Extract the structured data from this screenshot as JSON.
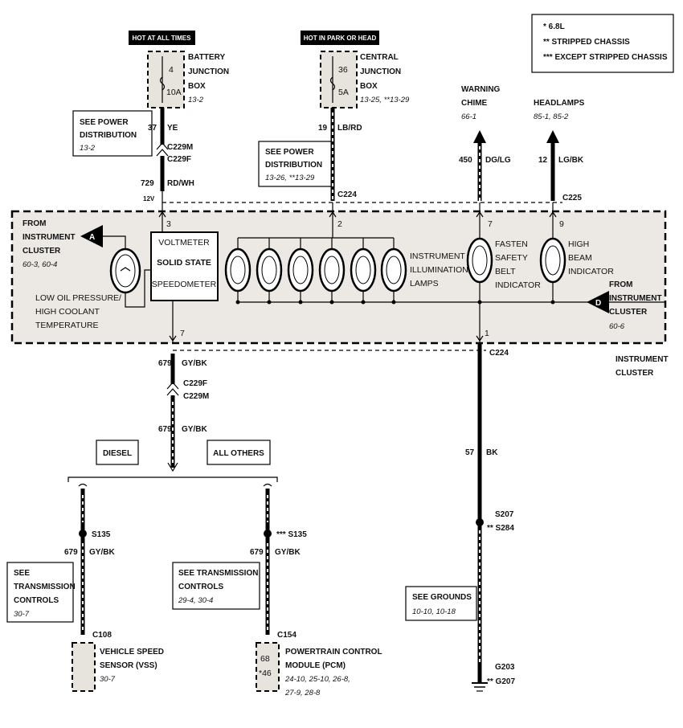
{
  "legend": [
    "* 6.8L",
    "** STRIPPED CHASSIS",
    "*** EXCEPT STRIPPED CHASSIS"
  ],
  "fuse1": {
    "tag": "HOT AT ALL TIMES",
    "top": "4",
    "bot": "10A",
    "name": [
      "BATTERY",
      "JUNCTION",
      "BOX"
    ],
    "ref": "13-2"
  },
  "fuse2": {
    "tag": "HOT IN PARK OR HEAD",
    "top": "36",
    "bot": "5A",
    "name": [
      "CENTRAL",
      "JUNCTION",
      "BOX"
    ],
    "ref": "13-25, **13-29"
  },
  "see_power_1": {
    "lines": [
      "SEE POWER",
      "DISTRIBUTION"
    ],
    "ref": "13-2"
  },
  "see_power_2": {
    "lines": [
      "SEE POWER",
      "DISTRIBUTION"
    ],
    "ref": "13-26, **13-29"
  },
  "wires": {
    "w37": {
      "num": "37",
      "color": "YE"
    },
    "w729": {
      "num": "729",
      "color": "RD/WH"
    },
    "w19": {
      "num": "19",
      "color": "LB/RD"
    },
    "w450": {
      "num": "450",
      "color": "DG/LG"
    },
    "w12": {
      "num": "12",
      "color": "LG/BK"
    },
    "w679a": {
      "num": "679",
      "color": "GY/BK"
    },
    "w679b": {
      "num": "679",
      "color": "GY/BK"
    },
    "w679c": {
      "num": "679",
      "color": "GY/BK"
    },
    "w679d": {
      "num": "679",
      "color": "GY/BK"
    },
    "w57": {
      "num": "57",
      "color": "BK"
    }
  },
  "connectors": {
    "c229m_top": "C229M",
    "c229f_top": "C229F",
    "c224_top": "C224",
    "c225": "C225",
    "c229f_bot": "C229F",
    "c229m_bot": "C229M",
    "c224_bot": "C224",
    "c108": "C108",
    "c154": "C154"
  },
  "volt_12v": "12V",
  "warning_chime": {
    "lines": [
      "WARNING",
      "CHIME"
    ],
    "ref": "66-1"
  },
  "headlamps": {
    "label": "HEADLAMPS",
    "ref": "85-1, 85-2"
  },
  "cluster": {
    "from_left": [
      "FROM",
      "INSTRUMENT",
      "CLUSTER"
    ],
    "from_left_ref": "60-3, 60-4",
    "from_right": [
      "FROM",
      "INSTRUMENT",
      "CLUSTER"
    ],
    "from_right_ref": "60-6",
    "marker_a": "A",
    "marker_d": "D",
    "oil_label": [
      "LOW OIL PRESSURE/",
      "HIGH COOLANT",
      "TEMPERATURE"
    ],
    "speedo": [
      "VOLTMETER",
      "SOLID STATE",
      "SPEEDOMETER"
    ],
    "illum": [
      "INSTRUMENT",
      "ILLUMINATION",
      "LAMPS"
    ],
    "seatbelt": [
      "FASTEN",
      "SAFETY",
      "BELT",
      "INDICATOR"
    ],
    "highbeam": [
      "HIGH",
      "BEAM",
      "INDICATOR"
    ],
    "pins": {
      "p3": "3",
      "p2": "2",
      "p7a": "7",
      "p9": "9",
      "p7b": "7",
      "p1": "1"
    },
    "name": [
      "INSTRUMENT",
      "CLUSTER"
    ]
  },
  "diesel": "DIESEL",
  "all_others": "ALL OTHERS",
  "splices": {
    "s135a": "S135",
    "s135b": "*** S135",
    "s207": "S207",
    "s284": "** S284"
  },
  "see_trans_1": {
    "lines": [
      "SEE",
      "TRANSMISSION",
      "CONTROLS"
    ],
    "ref": "30-7"
  },
  "see_trans_2": {
    "lines": [
      "SEE TRANSMISSION",
      "CONTROLS"
    ],
    "ref": "29-4, 30-4"
  },
  "see_grounds": {
    "label": "SEE GROUNDS",
    "ref": "10-10, 10-18"
  },
  "vss": {
    "lines": [
      "VEHICLE SPEED",
      "SENSOR (VSS)"
    ],
    "ref": "30-7"
  },
  "pcm": {
    "pins": [
      "68",
      "*46"
    ],
    "lines": [
      "POWERTRAIN CONTROL",
      "MODULE (PCM)"
    ],
    "refs": [
      "24-10, 25-10, 26-8,",
      "27-9, 28-8"
    ]
  },
  "grounds": {
    "g203": "G203",
    "g207": "** G207"
  }
}
